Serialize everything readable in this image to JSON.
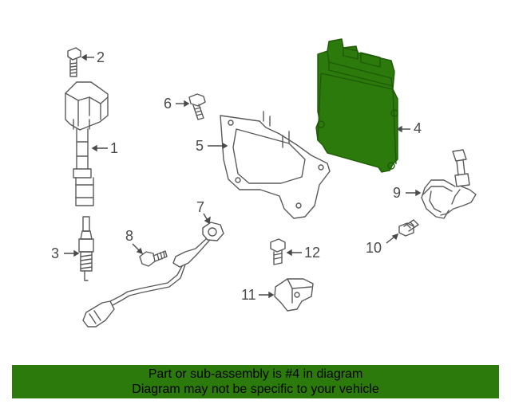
{
  "callouts": {
    "c1": "1",
    "c2": "2",
    "c3": "3",
    "c4": "4",
    "c5": "5",
    "c6": "6",
    "c7": "7",
    "c8": "8",
    "c9": "9",
    "c10": "10",
    "c11": "11",
    "c12": "12"
  },
  "banner": {
    "line1": "Part or sub-assembly is #4 in diagram",
    "line2": "Diagram may not be specific to your vehicle"
  },
  "colors": {
    "highlight": "#2b7a0b",
    "line": "#5a5a5a"
  }
}
